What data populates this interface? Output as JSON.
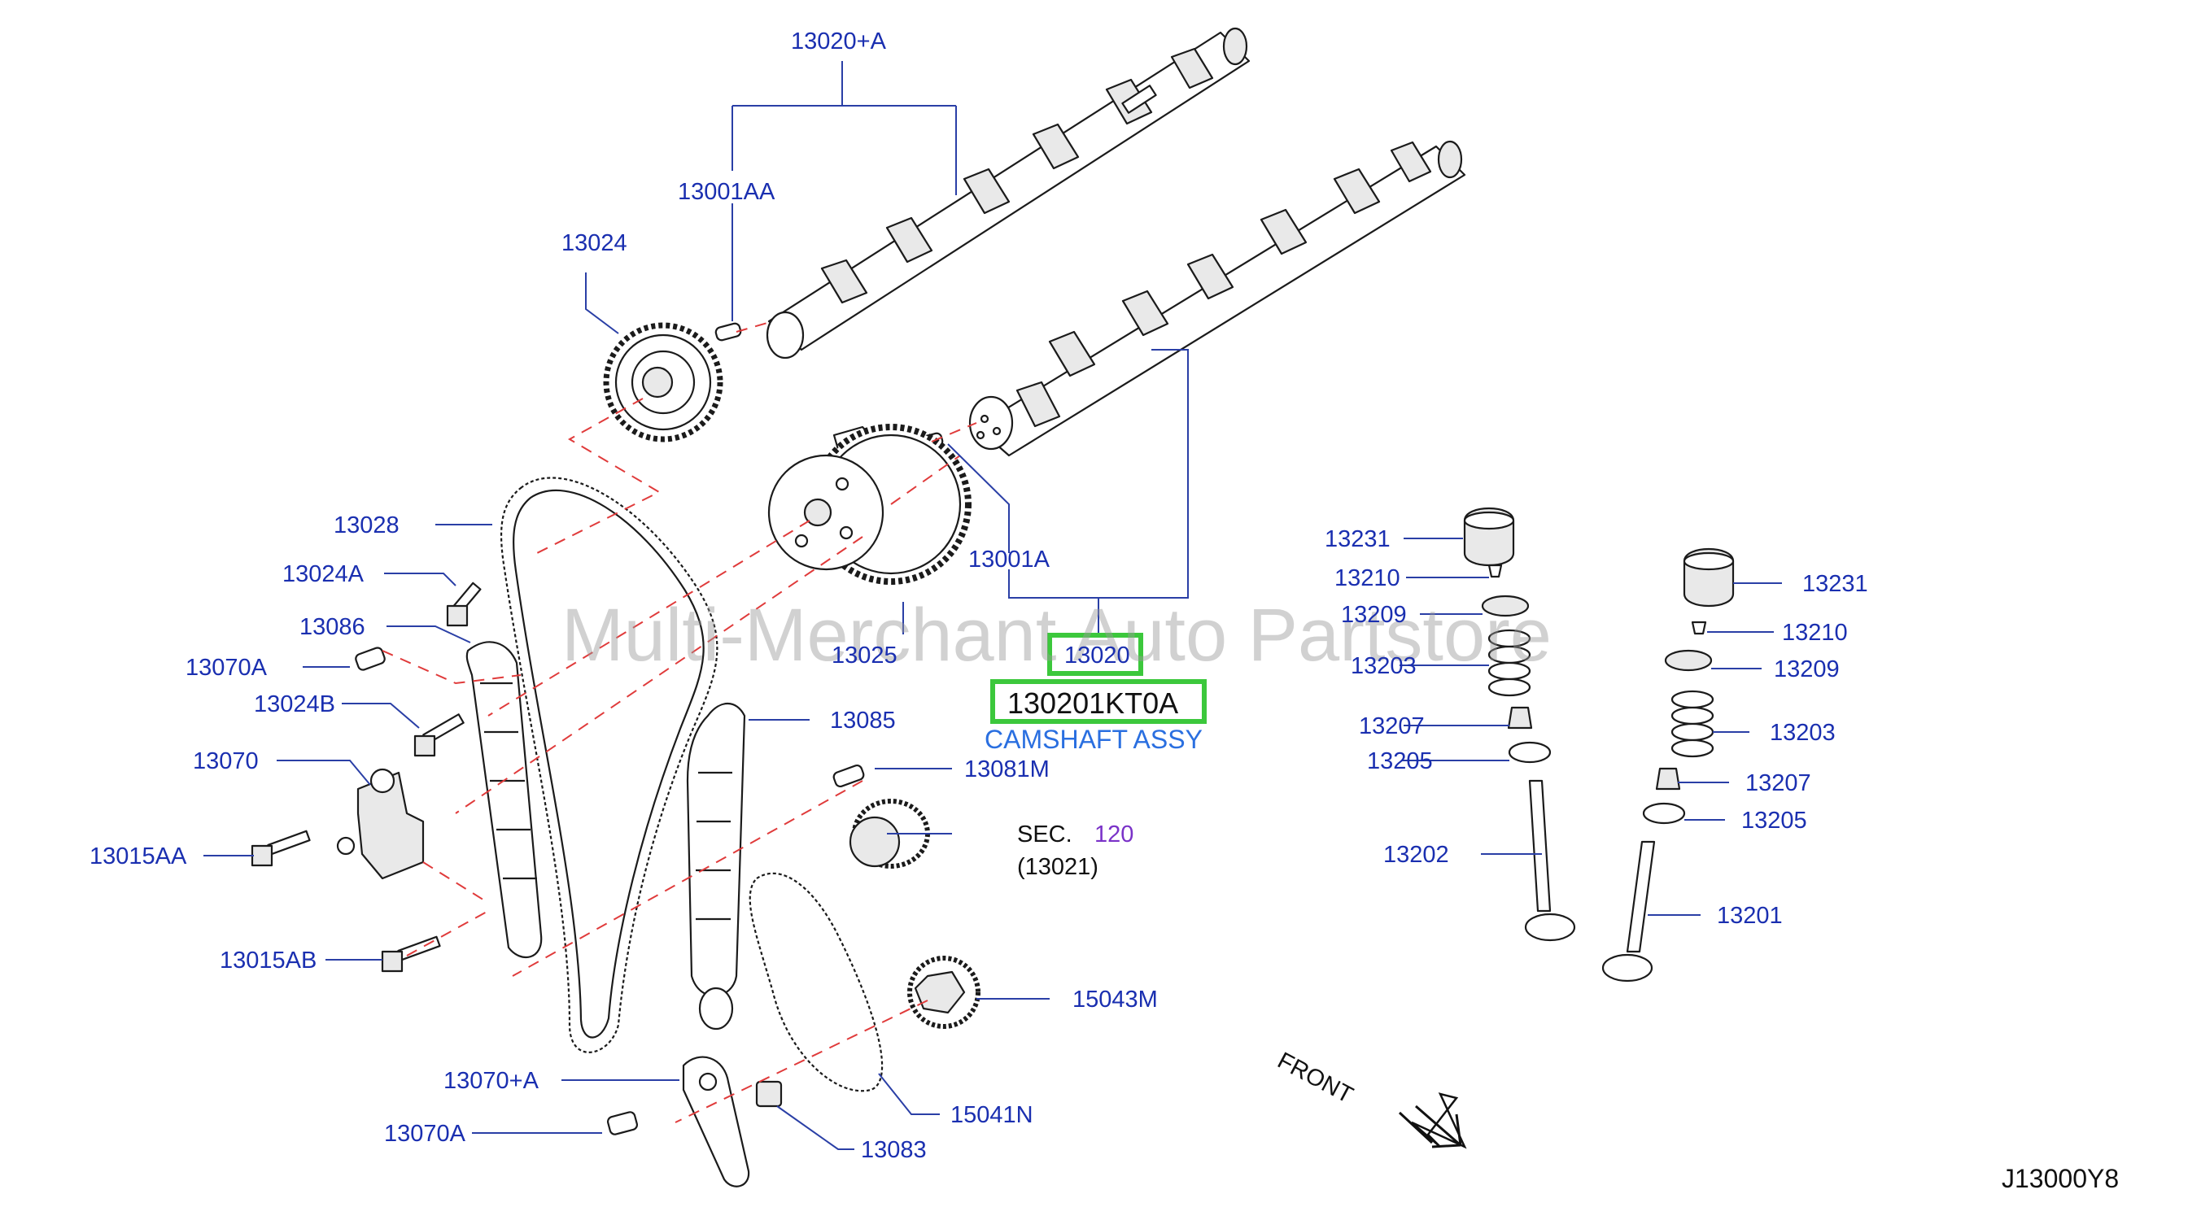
{
  "diagram": {
    "title_code": "J13000Y8",
    "watermark": "Multi-Merchant Auto Partstore",
    "front_label": "FRONT",
    "highlight": {
      "part_ref": "13020",
      "part_number": "130201KT0A",
      "description": "CAMSHAFT ASSY"
    },
    "sec_ref": {
      "prefix": "SEC.",
      "number": "120",
      "sub": "(13021)"
    },
    "labels": {
      "l13020A": "13020+A",
      "l13001AA": "13001AA",
      "l13024": "13024",
      "l13028": "13028",
      "l13024A": "13024A",
      "l13086": "13086",
      "l13070A_top": "13070A",
      "l13024B": "13024B",
      "l13070": "13070",
      "l13015AA": "13015AA",
      "l13015AB": "13015AB",
      "l13070pA": "13070+A",
      "l13070A_bot": "13070A",
      "l13083": "13083",
      "l15041N": "15041N",
      "l15043M": "15043M",
      "l13081M": "13081M",
      "l13085": "13085",
      "l13025": "13025",
      "l13001A": "13001A",
      "l13231a": "13231",
      "l13210a": "13210",
      "l13209a": "13209",
      "l13203a": "13203",
      "l13207a": "13207",
      "l13205a": "13205",
      "l13202": "13202",
      "l13231b": "13231",
      "l13210b": "13210",
      "l13209b": "13209",
      "l13203b": "13203",
      "l13207b": "13207",
      "l13205b": "13205",
      "l13201": "13201"
    }
  }
}
